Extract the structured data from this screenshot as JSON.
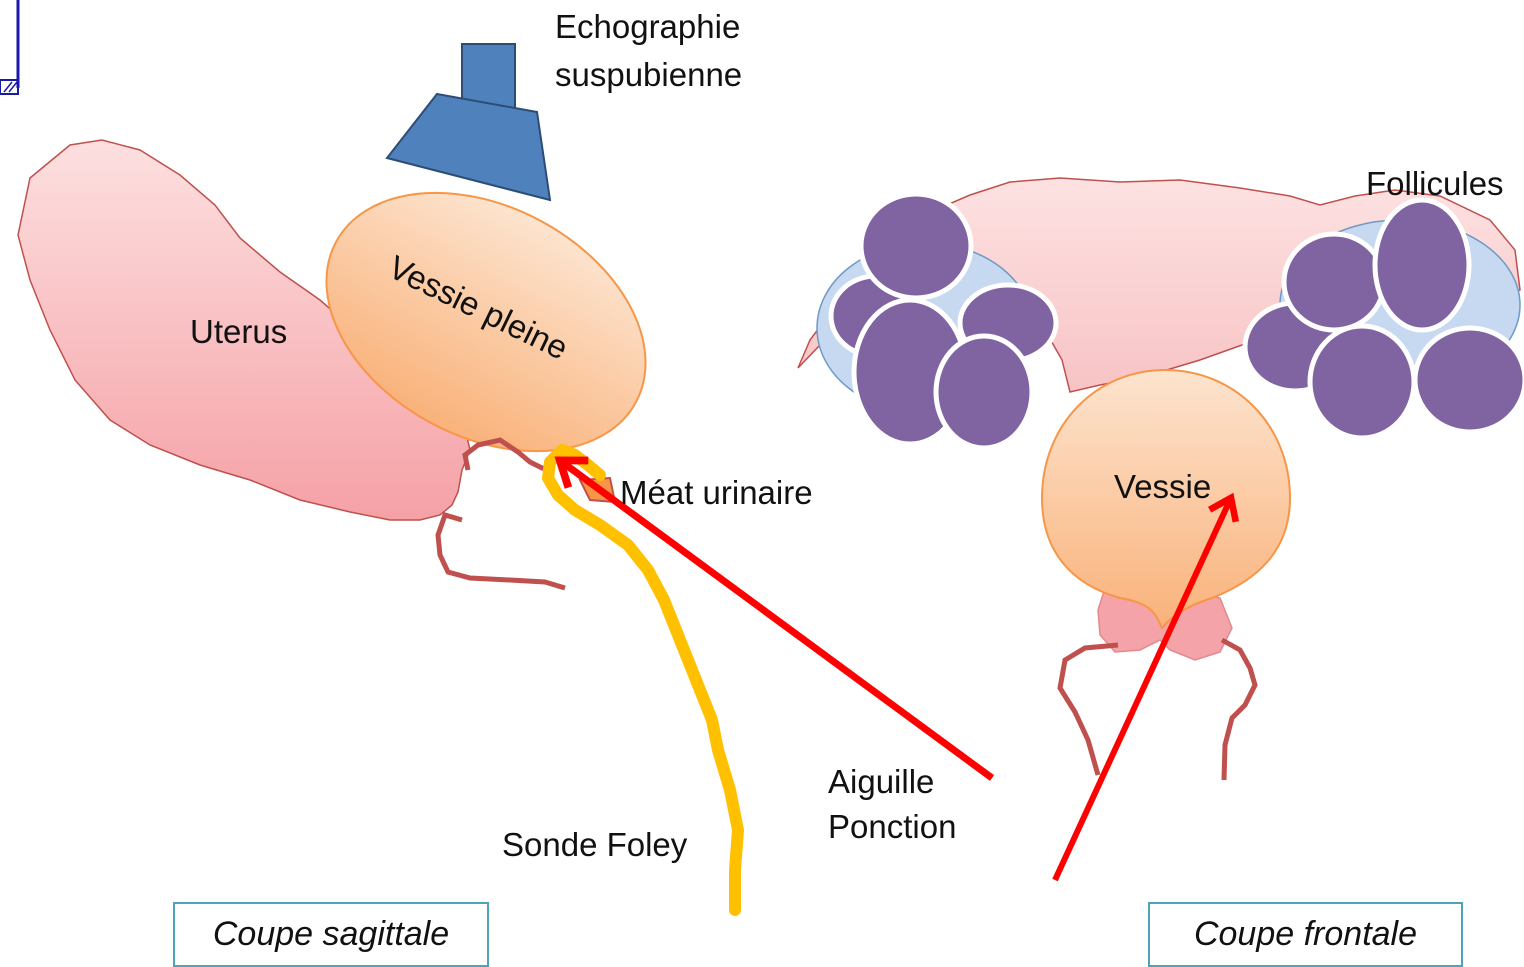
{
  "labels": {
    "echographie_line1": "Echographie",
    "echographie_line2": "suspubienne",
    "uterus": "Uterus",
    "vessie_pleine": "Vessie pleine",
    "meat_urinaire": "Méat urinaire",
    "sonde_foley": "Sonde Foley",
    "aiguille_line1": "Aiguille",
    "aiguille_line2": "Ponction",
    "follicules": "Follicules",
    "vessie": "Vessie"
  },
  "captions": {
    "sagittal": "Coupe sagittale",
    "frontal": "Coupe frontale"
  },
  "colors": {
    "uterus_fill": "#f4a3a8",
    "tissue_outline": "#c0504d",
    "bladder_fill": "#fbc79a",
    "bladder_outline": "#f79646",
    "probe_fill": "#4f81bd",
    "probe_outline": "#2c4d75",
    "needle": "#ff0000",
    "foley": "#ffc000",
    "follicle_fill": "#8064a2",
    "ovary_fill": "#c6d9f1",
    "caption_border": "#4fa3b7"
  },
  "icons": {
    "probe": "ultrasound-probe-icon",
    "needle": "needle-arrow-icon"
  }
}
